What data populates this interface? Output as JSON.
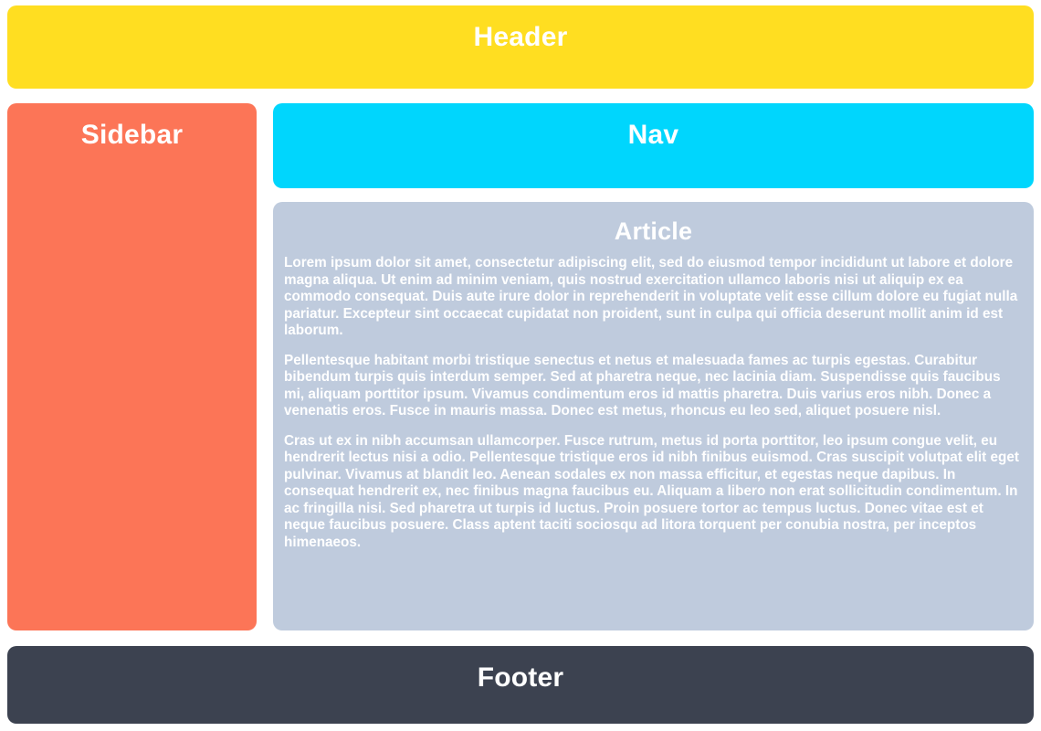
{
  "header": {
    "title": "Header",
    "color": "#FFDE21"
  },
  "sidebar": {
    "title": "Sidebar",
    "color": "#FC7557"
  },
  "nav": {
    "title": "Nav",
    "color": "#00D6FD"
  },
  "article": {
    "title": "Article",
    "color": "#BFCBDD",
    "paragraphs": [
      "Lorem ipsum dolor sit amet, consectetur adipiscing elit, sed do eiusmod tempor incididunt ut labore et dolore magna aliqua. Ut enim ad minim veniam, quis nostrud exercitation ullamco laboris nisi ut aliquip ex ea commodo consequat. Duis aute irure dolor in reprehenderit in voluptate velit esse cillum dolore eu fugiat nulla pariatur. Excepteur sint occaecat cupidatat non proident, sunt in culpa qui officia deserunt mollit anim id est laborum.",
      "Pellentesque habitant morbi tristique senectus et netus et malesuada fames ac turpis egestas. Curabitur bibendum turpis quis interdum semper. Sed at pharetra neque, nec lacinia diam. Suspendisse quis faucibus mi, aliquam porttitor ipsum. Vivamus condimentum eros id mattis pharetra. Duis varius eros nibh. Donec a venenatis eros. Fusce in mauris massa. Donec est metus, rhoncus eu leo sed, aliquet posuere nisl.",
      "Cras ut ex in nibh accumsan ullamcorper. Fusce rutrum, metus id porta porttitor, leo ipsum congue velit, eu hendrerit lectus nisi a odio. Pellentesque tristique eros id nibh finibus euismod. Cras suscipit volutpat elit eget pulvinar. Vivamus at blandit leo. Aenean sodales ex non massa efficitur, et egestas neque dapibus. In consequat hendrerit ex, nec finibus magna faucibus eu. Aliquam a libero non erat sollicitudin condimentum. In ac fringilla nisi. Sed pharetra ut turpis id luctus. Proin posuere tortor ac tempus luctus. Donec vitae est et neque faucibus posuere. Class aptent taciti sociosqu ad litora torquent per conubia nostra, per inceptos himenaeos."
    ]
  },
  "footer": {
    "title": "Footer",
    "color": "#3C4250"
  }
}
